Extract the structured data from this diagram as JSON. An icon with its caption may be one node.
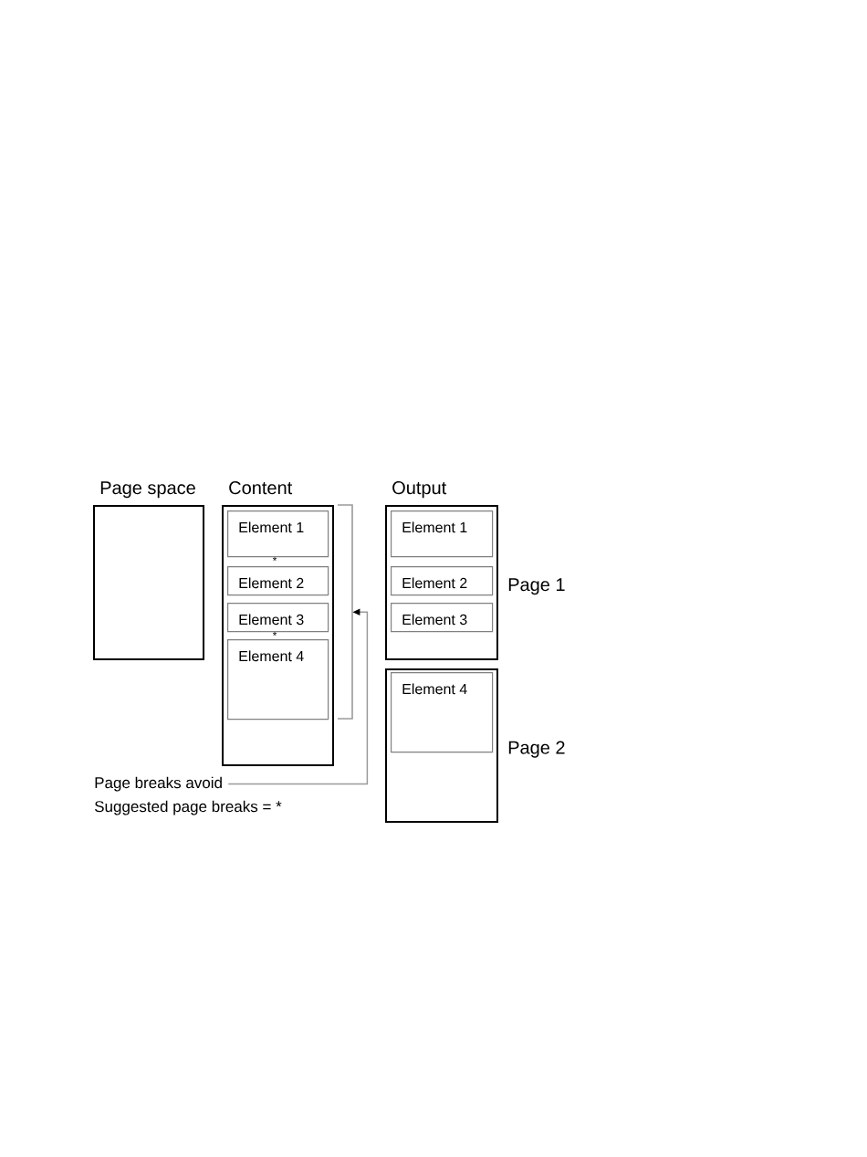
{
  "diagram": {
    "nodes": [
      {
        "text": [
          "Page space"
        ]
      },
      {
        "text": [
          "Content"
        ]
      },
      {
        "text": [
          "Element 1"
        ],
        "in": 1
      },
      {
        "text": [
          "Element 2"
        ],
        "in": 1
      },
      {
        "text": [
          "Element 3"
        ],
        "in": 1
      },
      {
        "text": [
          "Element 4"
        ],
        "in": 1
      },
      {
        "text": [
          "Output"
        ],
        "beside": [
          "Page 1"
        ]
      },
      {
        "text": [
          "Element 1"
        ],
        "in": 6
      },
      {
        "text": [
          "Element 2"
        ],
        "in": 6
      },
      {
        "text": [
          "Element 3"
        ],
        "in": 6
      },
      {
        "text": [],
        "shape": "box",
        "beside": [
          "Page 2"
        ]
      },
      {
        "text": [
          "Element 4"
        ],
        "in": 10
      },
      {
        "text": [
          "Page breaks avoid"
        ]
      },
      {
        "text": [],
        "shape": "bracket"
      }
    ],
    "edges": [
      {
        "from": 12,
        "to": 13,
        "arrow": "to"
      }
    ],
    "labels": [
      "*",
      "*",
      "Suggested page breaks = *"
    ]
  }
}
